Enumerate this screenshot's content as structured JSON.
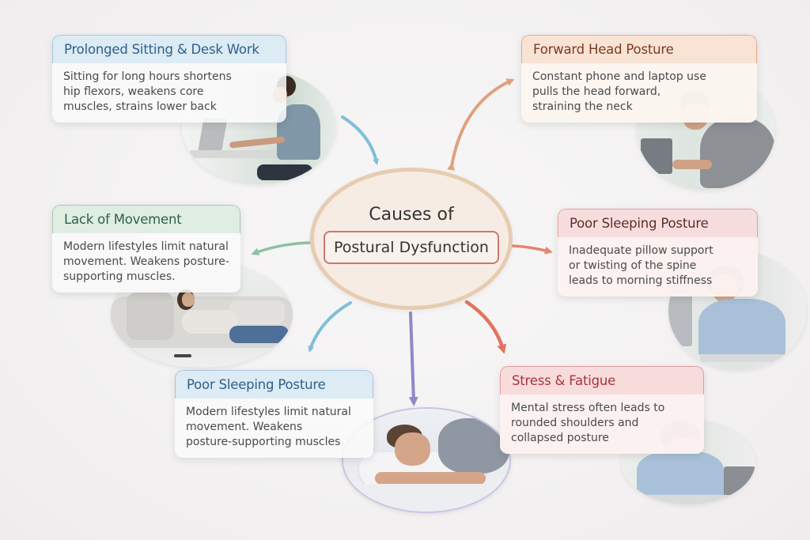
{
  "diagram": {
    "center": {
      "line1": "Causes of",
      "line2": "Postural Dysfunction"
    },
    "causes": [
      {
        "id": "prolonged-sitting",
        "title": "Prolonged Sitting & Desk Work",
        "description_lines": [
          "Sitting for long hours shortens",
          "hip flexors, weakens core",
          "muscles, strains lower back"
        ],
        "theme": "blue",
        "photo": "woman-typing-at-laptop-desk",
        "arrow_color": "#7fbfd8"
      },
      {
        "id": "forward-head",
        "title": "Forward Head Posture",
        "description_lines": [
          "Constant phone and laptop use",
          "pulls the head forward,",
          "straining the neck"
        ],
        "theme": "orange",
        "photo": "man-looking-down-at-phone",
        "arrow_color": "#e0a07c"
      },
      {
        "id": "lack-of-movement",
        "title": "Lack of Movement",
        "description_lines": [
          "Modern lifestyles limit natural",
          "movement. Weakens posture-",
          "supporting muscles."
        ],
        "theme": "green",
        "photo": "woman-reclining-on-sofa",
        "arrow_color": "#8fbfa6"
      },
      {
        "id": "poor-sleeping-right",
        "title": "Poor Sleeping Posture",
        "description_lines": [
          "Inadequate pillow support",
          "or twisting of the spine",
          "leads to morning stiffness"
        ],
        "theme": "pink",
        "photo": "woman-holding-head-at-desk",
        "arrow_color": "#e4856f"
      },
      {
        "id": "poor-sleeping-bottom",
        "title": "Poor Sleeping Posture",
        "description_lines": [
          "Modern lifestyles limit natural",
          "movement. Weakens",
          "posture-supporting muscles"
        ],
        "theme": "blue",
        "photo": "man-sleeping-on-pillow",
        "arrow_color": "#9088c8"
      },
      {
        "id": "stress-fatigue",
        "title": "Stress & Fatigue",
        "description_lines": [
          "Mental stress often leads to",
          "rounded shoulders and",
          "collapsed posture"
        ],
        "theme": "red",
        "photo": "stressed-woman-head-in-hands",
        "arrow_color": "#e2735f"
      }
    ],
    "extra_arrow_color": "#7fbfd8",
    "colors": {
      "background": "#f4f2f2",
      "hub_fill": "#f7ece3",
      "hub_border": "#e6ccb1",
      "hub_label_border": "#c97a6e"
    }
  }
}
